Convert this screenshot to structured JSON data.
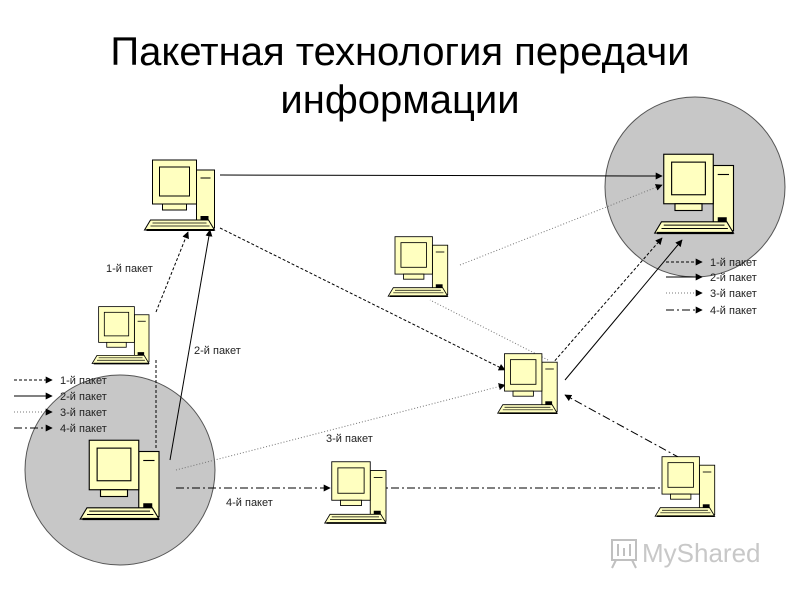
{
  "title": {
    "line1": "Пакетная технология передачи",
    "line2": "информации"
  },
  "labels": {
    "packet1": "1-й пакет",
    "packet2": "2-й пакет",
    "packet3": "3-й пакет",
    "packet4": "4-й пакет"
  },
  "legend_left": {
    "items": [
      "1-й пакет",
      "2-й пакет",
      "3-й пакет",
      "4-й пакет"
    ]
  },
  "legend_right": {
    "items": [
      "1-й пакет",
      "2-й пакет",
      "3-й пакет",
      "4-й пакет"
    ]
  },
  "watermark": "MyShared",
  "colors": {
    "circle_fill": "#c7c7c7",
    "monitor_fill": "#ffffc0",
    "line": "#000000"
  }
}
